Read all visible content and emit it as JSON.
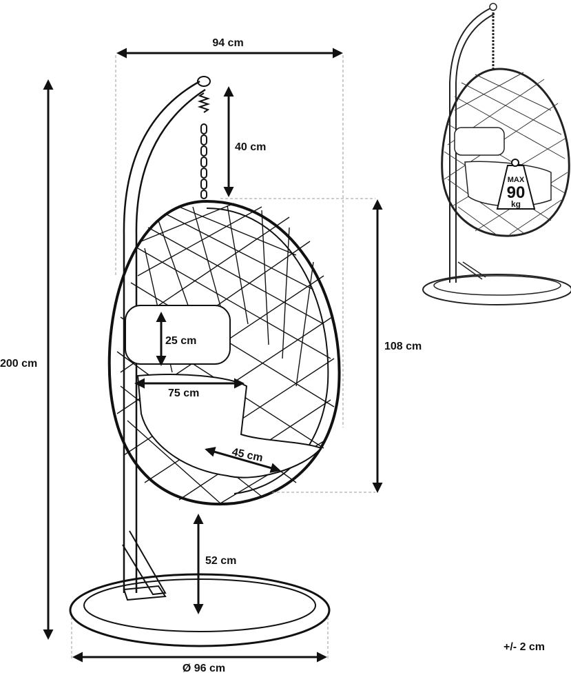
{
  "dimensions": {
    "width": "94 cm",
    "chain_length": "40 cm",
    "total_height": "200 cm",
    "basket_height": "108 cm",
    "pillow_height": "25 cm",
    "seat_width": "75 cm",
    "seat_depth": "45 cm",
    "seat_height": "52 cm",
    "base_diameter": "Ø 96 cm"
  },
  "max_load": {
    "line1": "MAX",
    "line2": "90",
    "line3": "kg"
  },
  "tolerance": "+/- 2 cm",
  "colors": {
    "ink": "#111111",
    "guide": "#999999"
  }
}
